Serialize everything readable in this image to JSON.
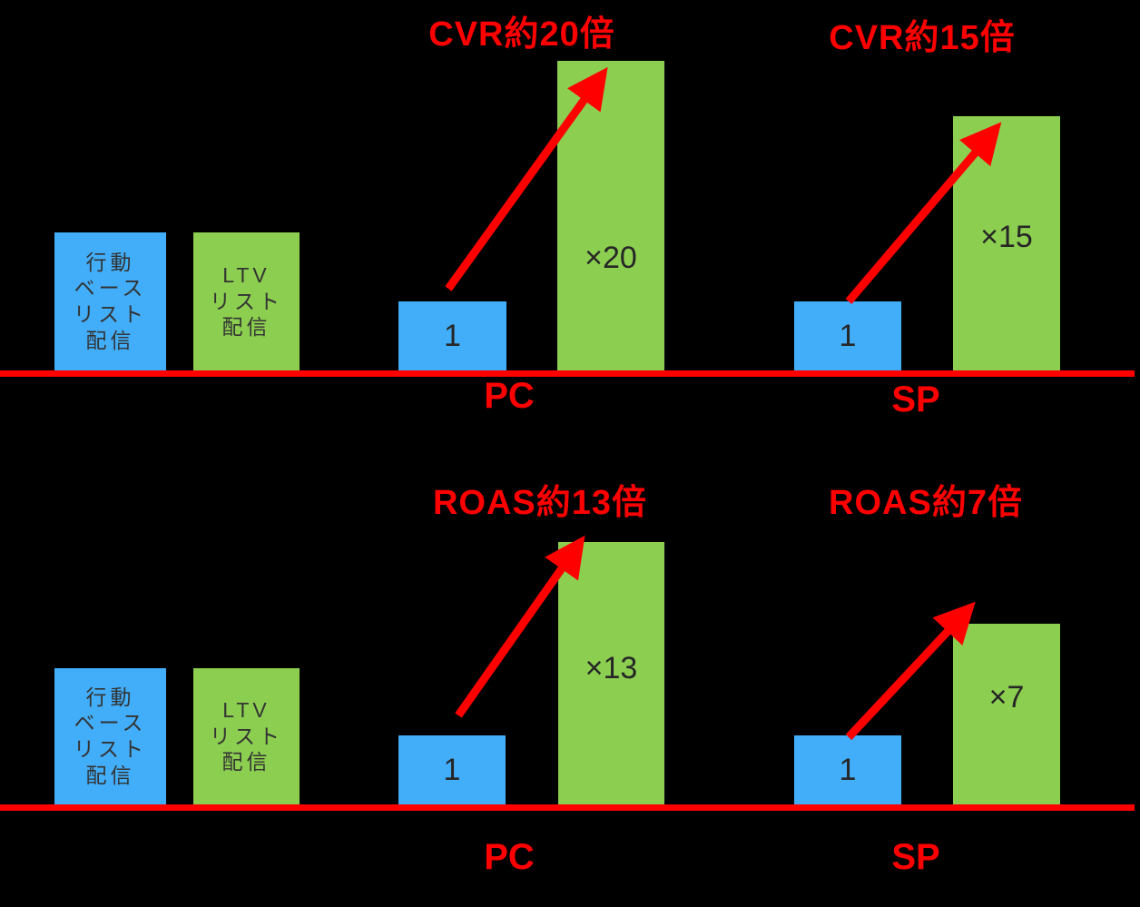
{
  "colors": {
    "background": "#000000",
    "blue": "#42AEFA",
    "green": "#8CCF50",
    "red": "#FF0000",
    "bar_text": "#262626",
    "legend_text": "#333333"
  },
  "legend": {
    "behavior_label": "行動\nベース\nリスト\n配信",
    "ltv_label": "LTV\nリスト\n配信"
  },
  "chart_data": [
    {
      "type": "bar",
      "metric": "CVR",
      "title_pc": "CVR約20倍",
      "title_sp": "CVR約15倍",
      "categories": [
        "PC",
        "SP"
      ],
      "series": [
        {
          "name": "行動ベースリスト配信",
          "values": [
            1,
            1
          ]
        },
        {
          "name": "LTVリスト配信",
          "values": [
            20,
            15
          ]
        }
      ],
      "bar_labels": {
        "pc_base": "1",
        "pc_ltv": "×20",
        "sp_base": "1",
        "sp_ltv": "×15"
      },
      "xlabels": {
        "pc": "PC",
        "sp": "SP"
      },
      "layout": {
        "legend_position": "left",
        "grid": false,
        "baseline_color": "#FF0000"
      }
    },
    {
      "type": "bar",
      "metric": "ROAS",
      "title_pc": "ROAS約13倍",
      "title_sp": "ROAS約7倍",
      "categories": [
        "PC",
        "SP"
      ],
      "series": [
        {
          "name": "行動ベースリスト配信",
          "values": [
            1,
            1
          ]
        },
        {
          "name": "LTVリスト配信",
          "values": [
            13,
            7
          ]
        }
      ],
      "bar_labels": {
        "pc_base": "1",
        "pc_ltv": "×13",
        "sp_base": "1",
        "sp_ltv": "×7"
      },
      "xlabels": {
        "pc": "PC",
        "sp": "SP"
      },
      "layout": {
        "legend_position": "left",
        "grid": false,
        "baseline_color": "#FF0000"
      }
    }
  ]
}
